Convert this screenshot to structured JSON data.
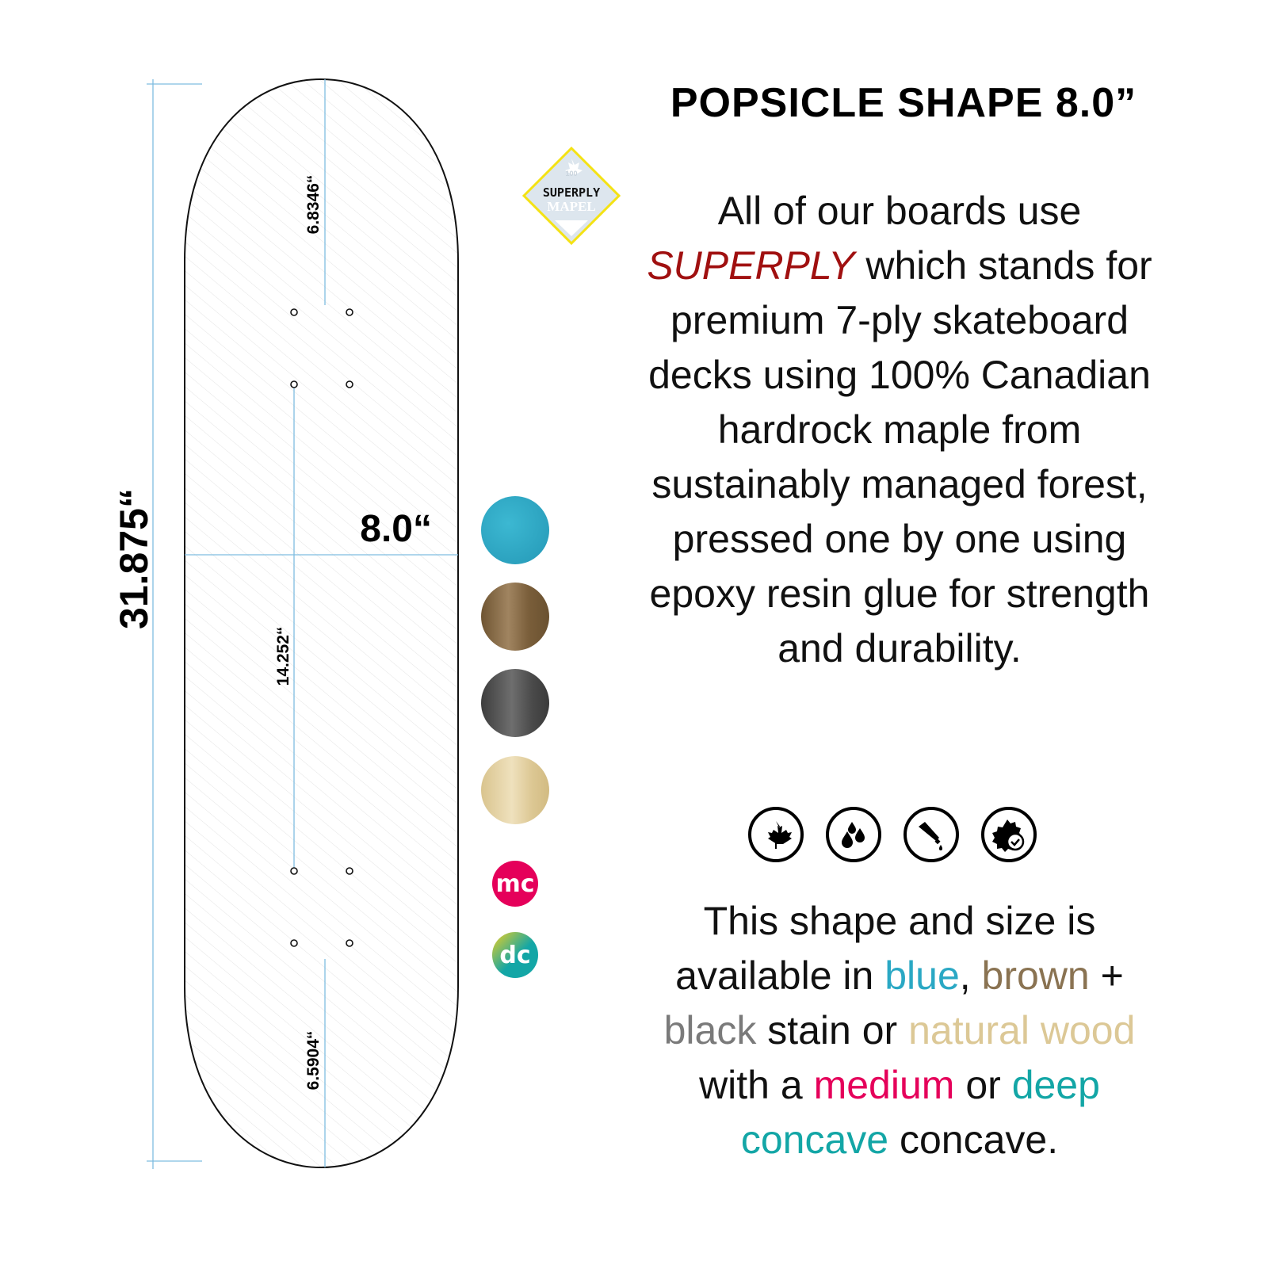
{
  "title": "POPSICLE SHAPE 8.0”",
  "logo": {
    "top": "100",
    "line1": "SUPERPLY",
    "line2": "MAPEL"
  },
  "dimensions": {
    "length": "31.875“",
    "width": "8.0“",
    "nose": "6.8346“",
    "wheelbase": "14.252“",
    "tail": "6.5904“"
  },
  "description": {
    "a": "All of our boards use ",
    "superply": "SUPERPLY",
    "b": " which stands for premium 7-ply skateboard decks using 100% Canadian hardrock maple from sustainably managed forest, pressed one by one using epoxy resin glue for strength and durability."
  },
  "availability": {
    "a": "This shape and size is available in ",
    "blue": "blue",
    "c1": ", ",
    "brown": "brown",
    "c2": " + ",
    "black": "black",
    "c3": " stain or ",
    "natural": "natural wood",
    "c4": " with a ",
    "medium": "medium",
    "c5": " or ",
    "deep": "deep concave",
    "c6": " concave."
  },
  "badges": {
    "mc": "mc",
    "dc": "dc"
  },
  "icons": [
    "maple-leaf-icon",
    "water-drops-icon",
    "glue-tube-icon",
    "quality-seal-icon"
  ],
  "colors": {
    "blue": "#2aa8c4",
    "brown": "#8a7352",
    "black": "#7a7a7a",
    "natural": "#dcc896",
    "medium": "#e5005a",
    "deep": "#13a6a6",
    "superply": "#a01010"
  }
}
